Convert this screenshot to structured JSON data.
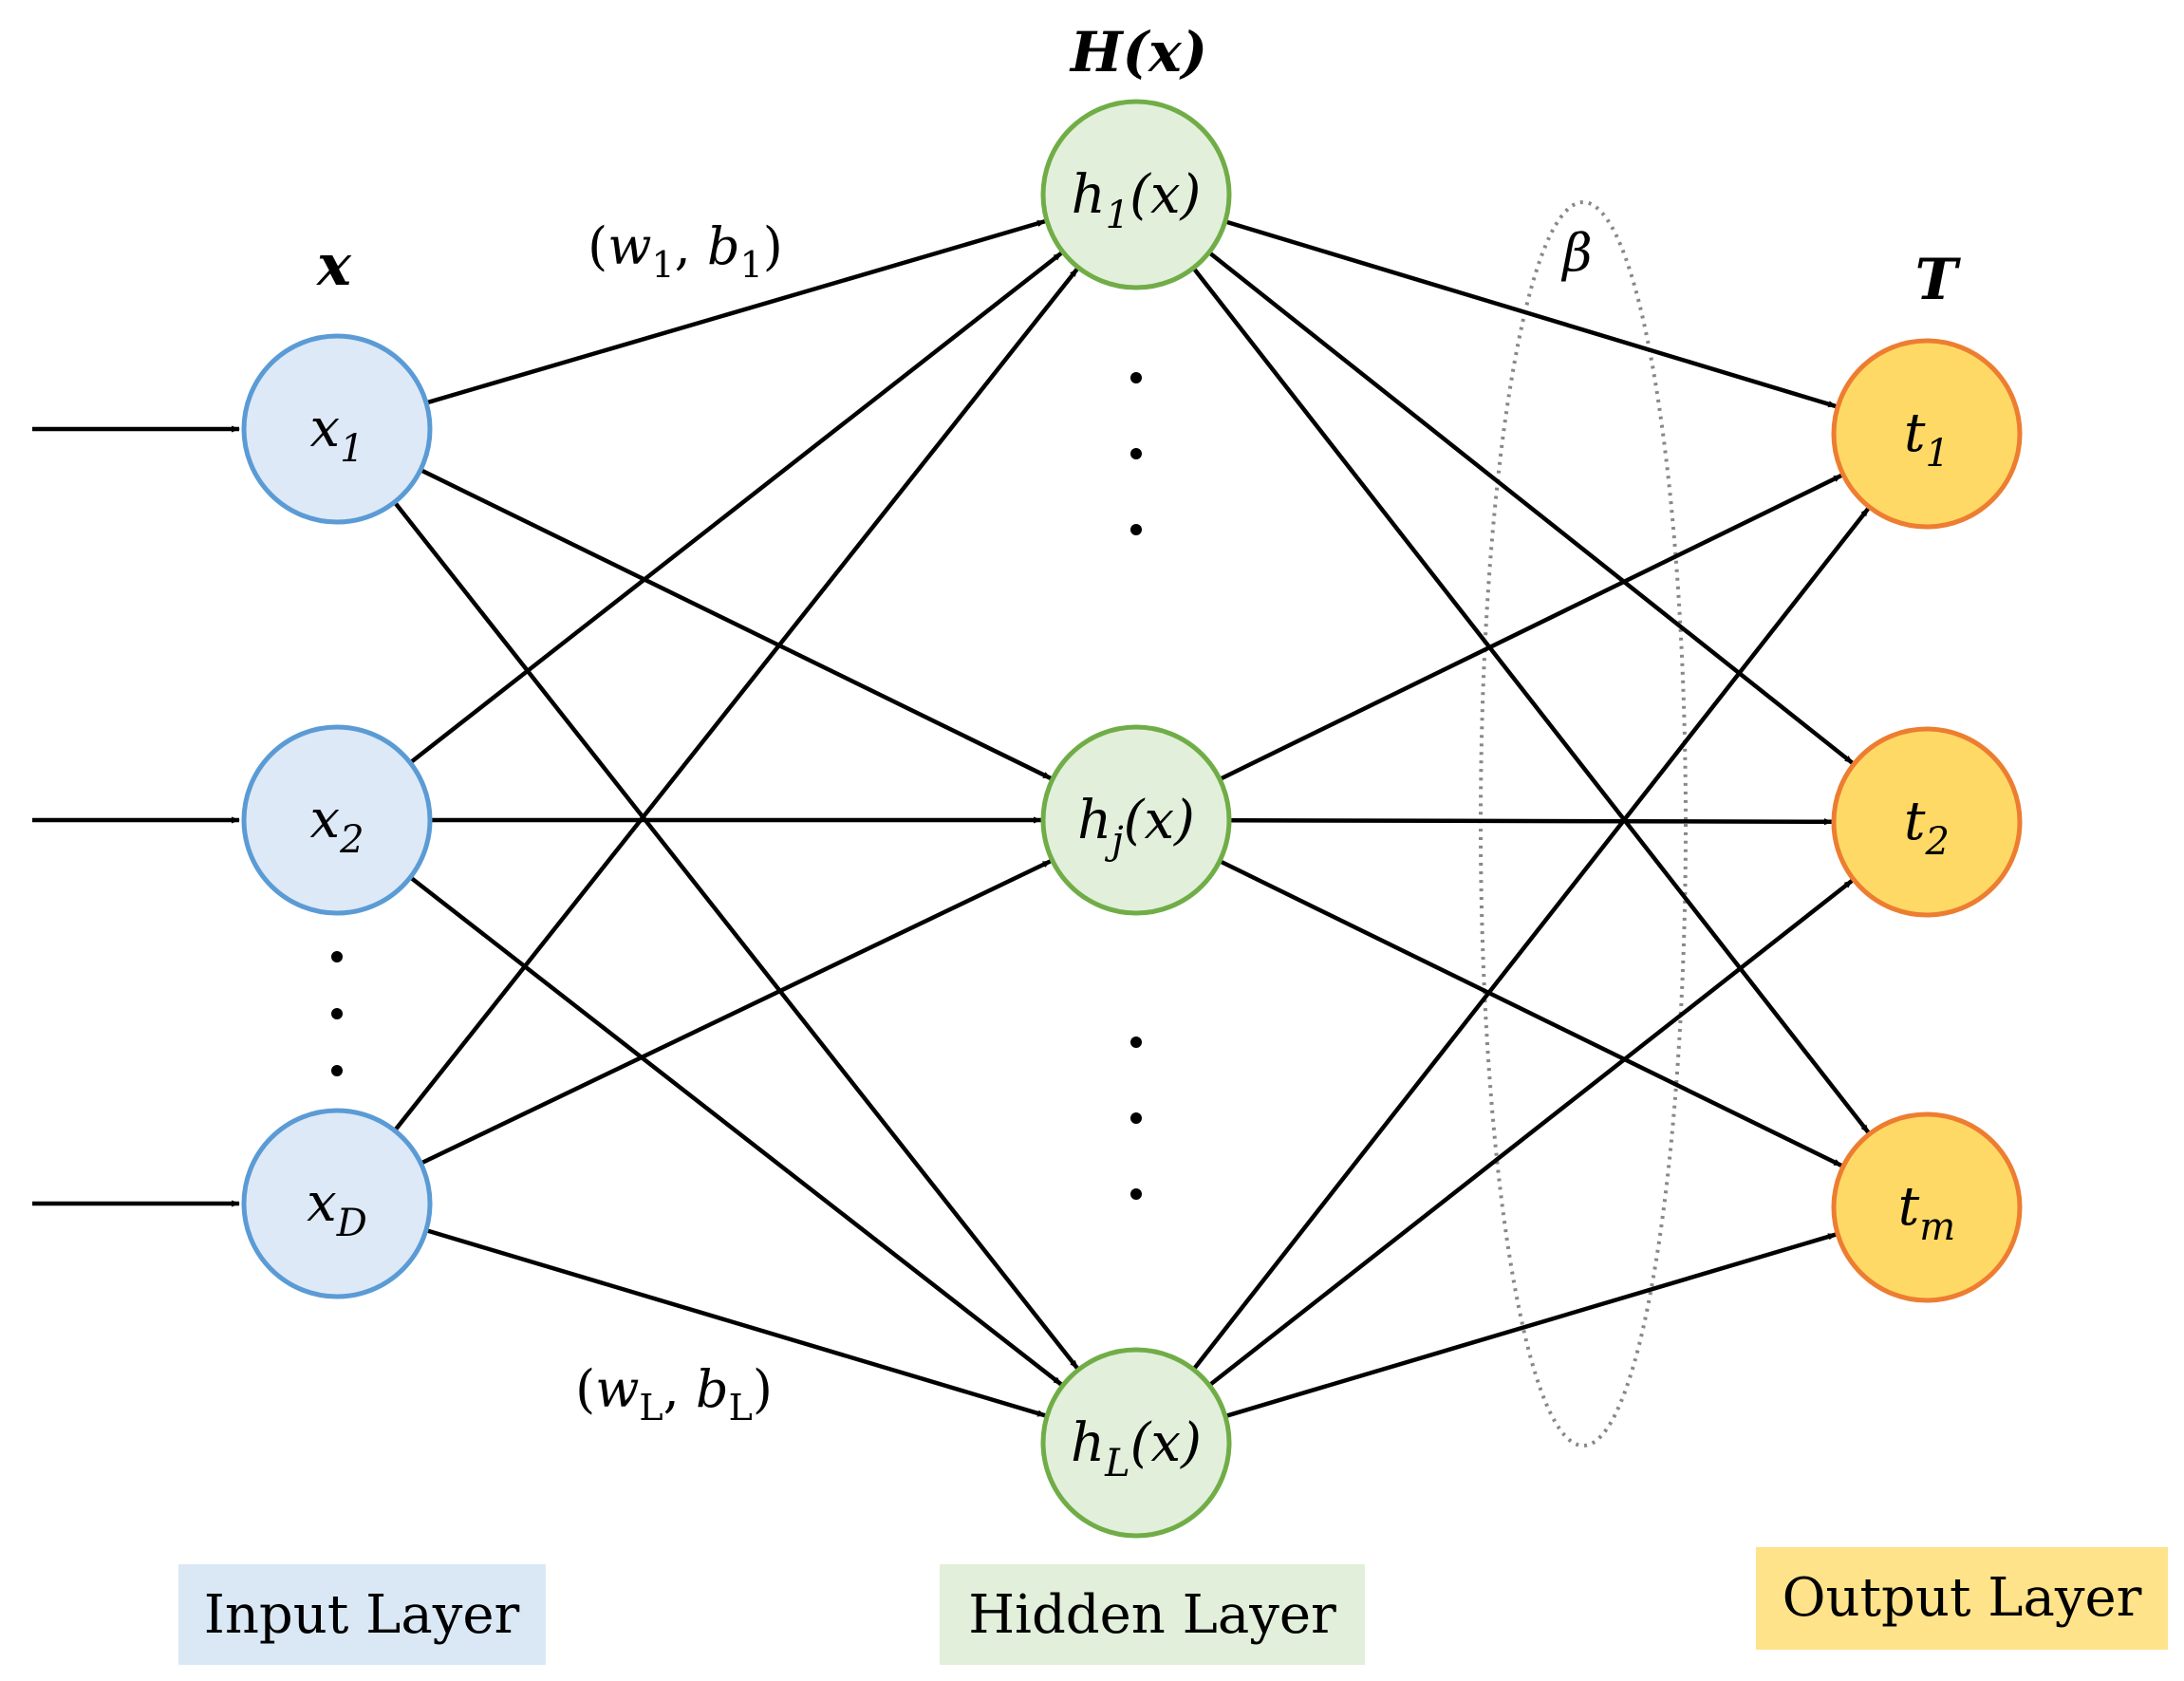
{
  "colors": {
    "input_fill": "#dde9f7",
    "input_stroke": "#5b9bd5",
    "hidden_fill": "#e2efda",
    "hidden_stroke": "#70ad47",
    "output_fill": "#ffd966",
    "output_stroke": "#ed7d31",
    "input_label_bg": "#dae8f5",
    "hidden_label_bg": "#e2efda",
    "output_label_bg": "#ffe38a",
    "edge": "#000000",
    "ellipse": "#888888"
  },
  "headers": {
    "input": "x",
    "hidden": "H(x)",
    "output": "T"
  },
  "input_nodes": [
    {
      "base": "x",
      "sub": "1"
    },
    {
      "base": "x",
      "sub": "2"
    },
    {
      "base": "x",
      "sub": "D"
    }
  ],
  "hidden_nodes": [
    {
      "base": "h",
      "sub": "1",
      "suffix": "(x)"
    },
    {
      "base": "h",
      "sub": "j",
      "suffix": "(x)"
    },
    {
      "base": "h",
      "sub": "L",
      "suffix": "(x)"
    }
  ],
  "output_nodes": [
    {
      "base": "t",
      "sub": "1"
    },
    {
      "base": "t",
      "sub": "2"
    },
    {
      "base": "t",
      "sub": "m"
    }
  ],
  "edge_labels": {
    "top": {
      "open": "(",
      "w": "w",
      "w_sub": "1",
      "sep": ", ",
      "b": "b",
      "b_sub": "1",
      "close": ")"
    },
    "bottom": {
      "open": "(",
      "w": "w",
      "w_sub": "L",
      "sep": ", ",
      "b": "b",
      "b_sub": "L",
      "close": ")"
    }
  },
  "beta_label": "β",
  "layer_labels": {
    "input": "Input Layer",
    "hidden": "Hidden Layer",
    "output": "Output Layer"
  }
}
